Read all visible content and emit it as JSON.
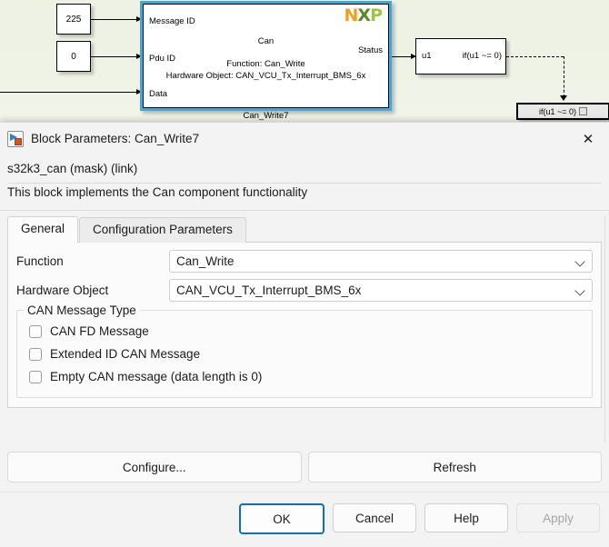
{
  "canvas": {
    "constants": [
      {
        "value": "225"
      },
      {
        "value": "0"
      }
    ],
    "main_block": {
      "title": "Can",
      "function_line": "Function: Can_Write",
      "hardware_line": "Hardware Object: CAN_VCU_Tx_Interrupt_BMS_6x",
      "inputs": [
        "Message ID",
        "Pdu ID",
        "Data"
      ],
      "outputs": [
        "Status"
      ],
      "caption": "Can_Write7",
      "logo": {
        "n": "N",
        "x": "X",
        "p": "P",
        "colors": {
          "n": "#f0a01e",
          "x": "#5c8727",
          "p": "#9cc542"
        }
      },
      "selection_color": "#3fa9dd"
    },
    "if_block": {
      "input": "u1",
      "output": "if(u1 ~= 0)"
    },
    "action_block": {
      "label": "if(u1 ~= 0)"
    }
  },
  "dialog": {
    "icon": "simulink-block-icon",
    "title": "Block Parameters: Can_Write7",
    "close_label": "✕",
    "mask_type": "s32k3_can (mask) (link)",
    "mask_description": "This block implements the Can component functionality",
    "tabs": [
      {
        "id": "general",
        "label": "General",
        "active": true
      },
      {
        "id": "config",
        "label": "Configuration Parameters",
        "active": false
      }
    ],
    "fields": [
      {
        "label": "Function",
        "value": "Can_Write"
      },
      {
        "label": "Hardware Object",
        "value": "CAN_VCU_Tx_Interrupt_BMS_6x"
      }
    ],
    "group": {
      "title": "CAN Message Type",
      "checkboxes": [
        {
          "label": "CAN FD Message",
          "checked": false
        },
        {
          "label": "Extended ID CAN Message",
          "checked": false
        },
        {
          "label": "Empty CAN message (data length is 0)",
          "checked": false
        }
      ]
    },
    "actions": [
      {
        "label": "Configure...",
        "enabled": true
      },
      {
        "label": "Refresh",
        "enabled": true
      }
    ],
    "footer": [
      {
        "label": "OK",
        "primary": true,
        "enabled": true
      },
      {
        "label": "Cancel",
        "primary": false,
        "enabled": true
      },
      {
        "label": "Help",
        "primary": false,
        "enabled": true
      },
      {
        "label": "Apply",
        "primary": false,
        "enabled": false
      }
    ],
    "accent_color": "#0d6fb8"
  }
}
